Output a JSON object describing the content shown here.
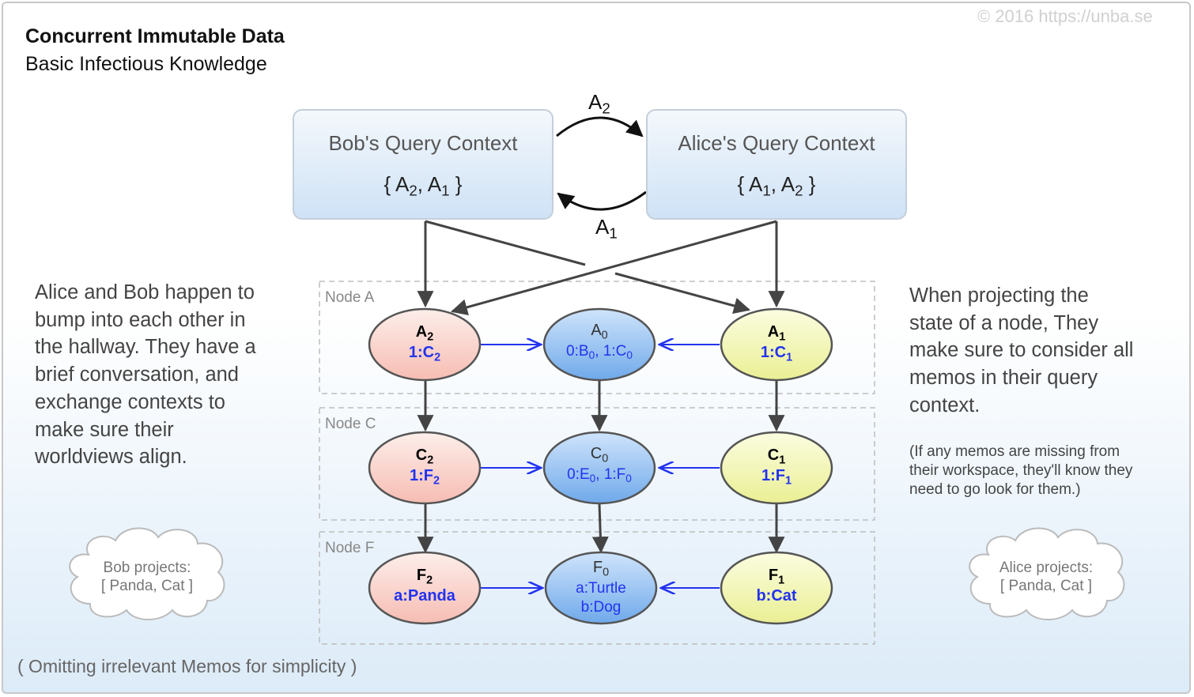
{
  "title": "Concurrent Immutable Data",
  "subtitle": "Basic Infectious Knowledge",
  "copyright": "© 2016  https://unba.se",
  "contexts": {
    "bob": {
      "title": "Bob's Query Context",
      "set": "{ A_2, A_1 }"
    },
    "alice": {
      "title": "Alice's Query Context",
      "set": "{ A_1, A_2 }"
    }
  },
  "exchange": {
    "top": "A_2",
    "bottom": "A_1"
  },
  "left_text": [
    "Alice and Bob happen to",
    "bump into each other in",
    "the hallway. They have a",
    "brief conversation, and",
    "exchange contexts to",
    "make sure their",
    "worldviews align."
  ],
  "right_text": [
    "When projecting the",
    "state of a node, They",
    "make sure to consider all",
    "memos in their query",
    "context."
  ],
  "right_note": [
    "(If any memos are missing from",
    "their workspace, they'll know they",
    "need to go look for them.)"
  ],
  "groups": [
    {
      "label": "Node A"
    },
    {
      "label": "Node C"
    },
    {
      "label": "Node F"
    }
  ],
  "memos": {
    "a2": {
      "name": "A_2",
      "detail": "1:C_2"
    },
    "a0": {
      "name": "A_0",
      "detail": "0:B_0, 1:C_0"
    },
    "a1": {
      "name": "A_1",
      "detail": "1:C_1"
    },
    "c2": {
      "name": "C_2",
      "detail": "1:F_2"
    },
    "c0": {
      "name": "C_0",
      "detail": "0:E_0, 1:F_0"
    },
    "c1": {
      "name": "C_1",
      "detail": "1:F_1"
    },
    "f2": {
      "name": "F_2",
      "detail": "a:Panda"
    },
    "f0": {
      "name": "F_0",
      "detail": "a:Turtle",
      "detail2": "b:Dog"
    },
    "f1": {
      "name": "F_1",
      "detail": "b:Cat"
    }
  },
  "clouds": {
    "bob": {
      "line1": "Bob projects:",
      "line2": "[ Panda, Cat ]"
    },
    "alice": {
      "line1": "Alice projects:",
      "line2": "[ Panda, Cat ]"
    }
  },
  "footer": "( Omitting irrelevant Memos for simplicity )",
  "colors": {
    "red_memo": "#f7c9c0",
    "blue_memo": "#7fb6f0",
    "yellow_memo": "#f2f5a8",
    "link": "#2233ee",
    "arrow": "#444444"
  }
}
